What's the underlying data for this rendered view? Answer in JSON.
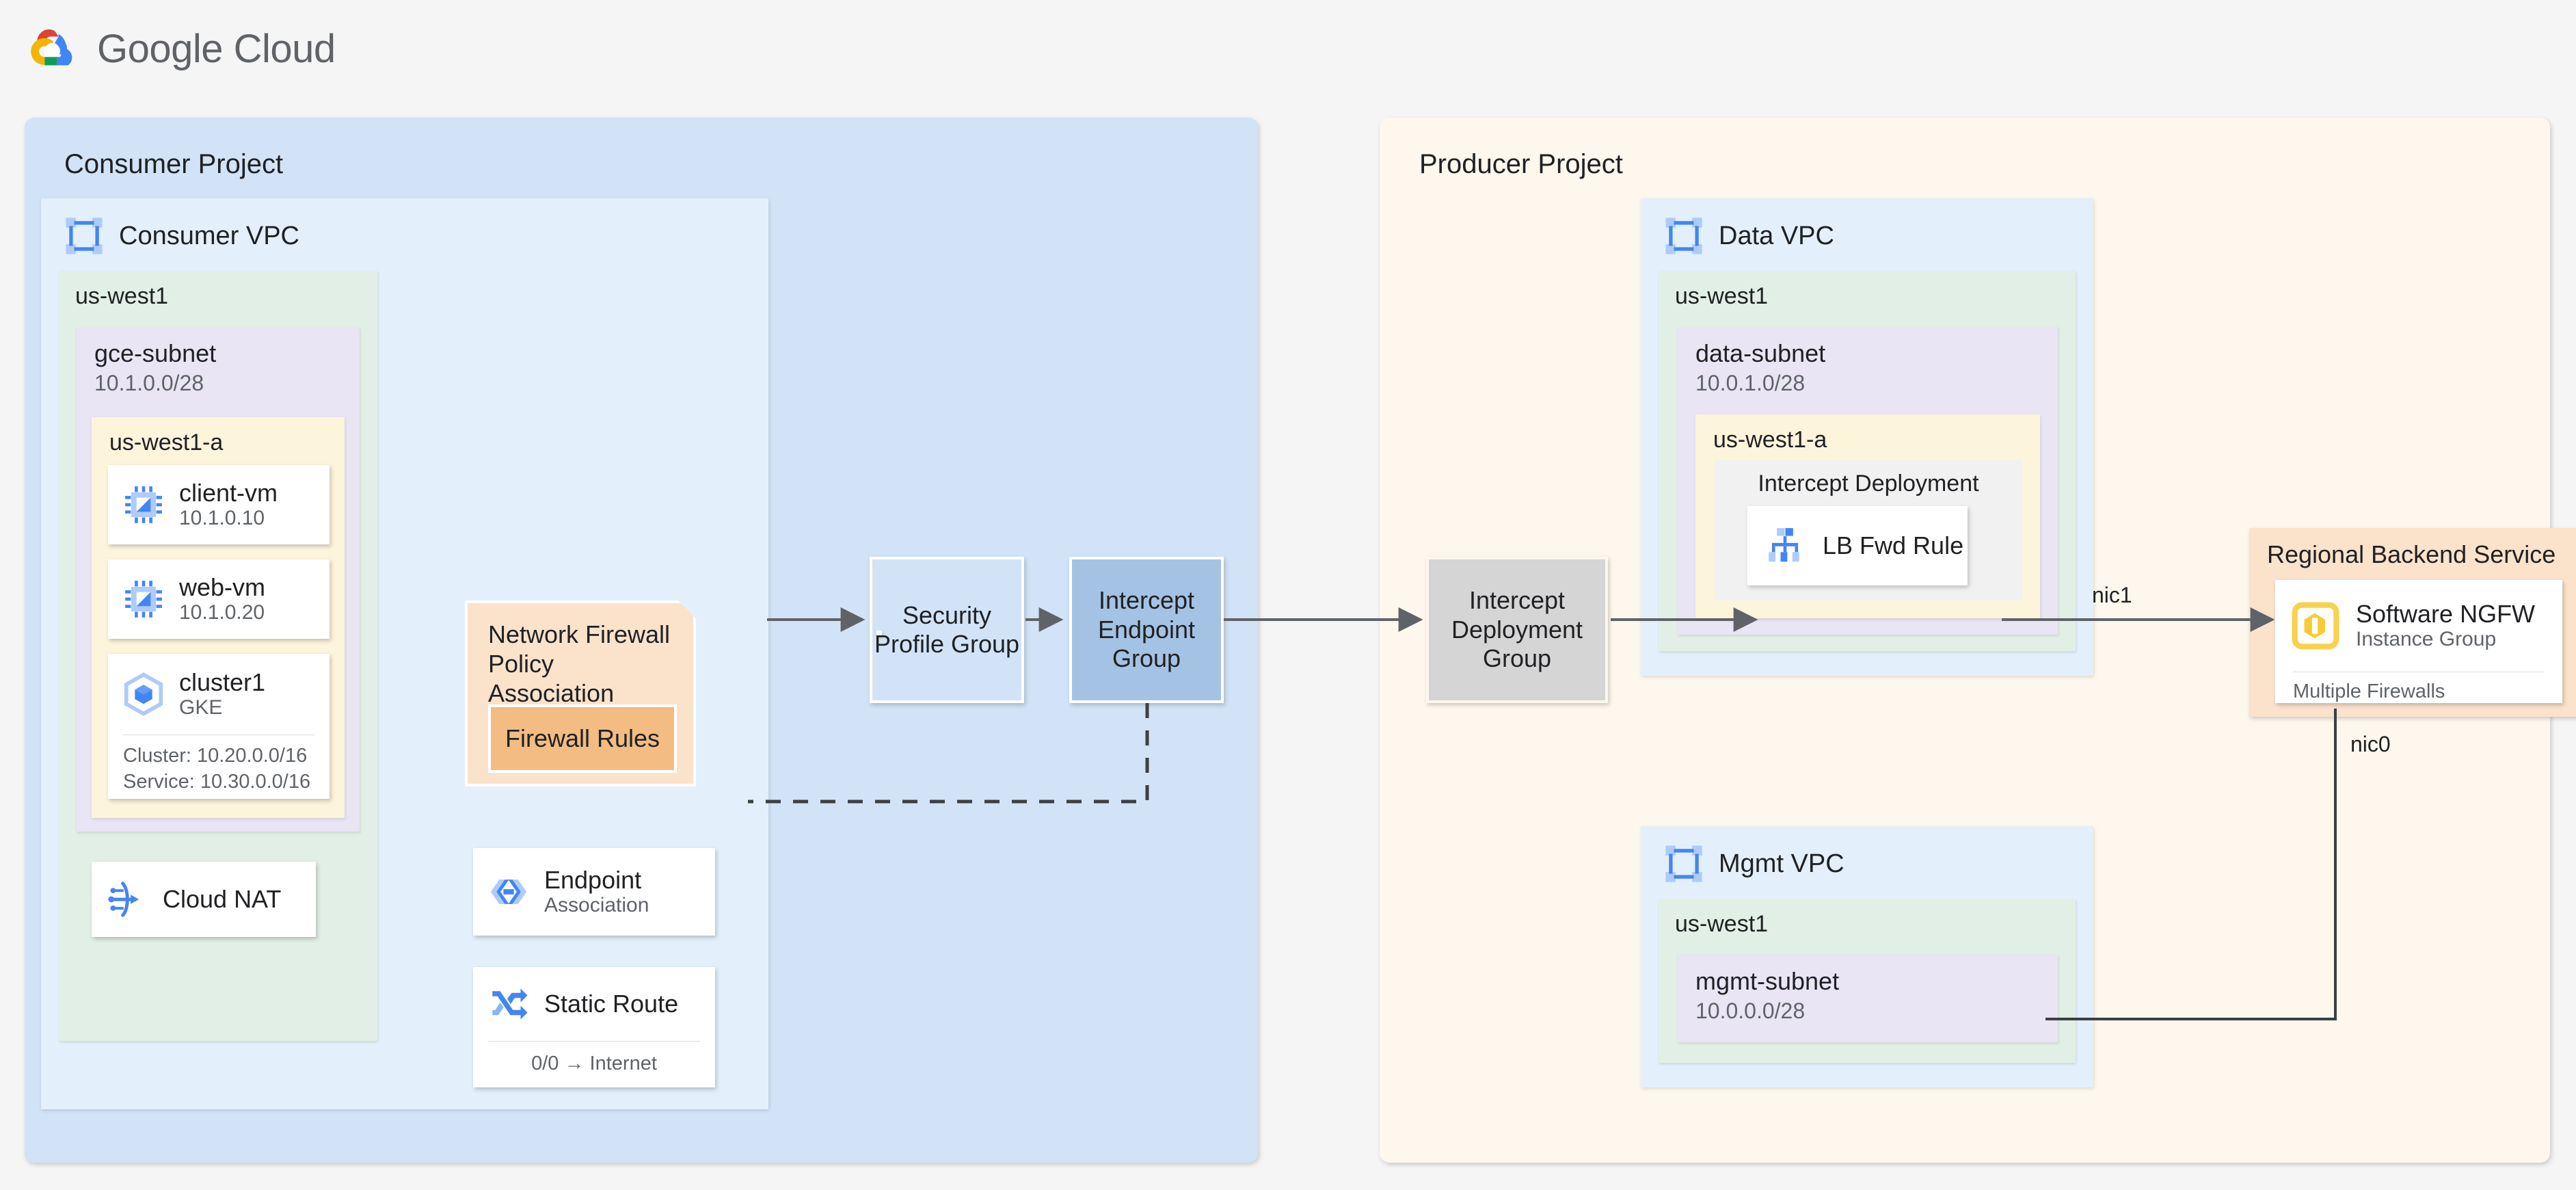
{
  "brand": {
    "name": "Google Cloud",
    "logo_icon": "google-cloud-logo"
  },
  "consumer_project": {
    "title": "Consumer Project",
    "vpc": {
      "name": "Consumer VPC",
      "icon": "vpc-network-icon",
      "region": {
        "label": "us-west1",
        "subnet": {
          "name": "gce-subnet",
          "cidr": "10.1.0.0/28",
          "zone": {
            "label": "us-west1-a",
            "resources": [
              {
                "icon": "compute-engine-vm-icon",
                "title": "client-vm",
                "sub": "10.1.0.10"
              },
              {
                "icon": "compute-engine-vm-icon",
                "title": "web-vm",
                "sub": "10.1.0.20"
              },
              {
                "icon": "gke-cluster-icon",
                "title": "cluster1",
                "sub": "GKE",
                "foot": [
                  "Cluster: 10.20.0.0/16",
                  "Service: 10.30.0.0/16"
                ]
              }
            ]
          }
        },
        "cloud_nat": {
          "icon": "cloud-nat-icon",
          "title": "Cloud NAT"
        }
      }
    },
    "firewall_policy_association": {
      "title": "Network Firewall Policy Association",
      "rules_label": "Firewall Rules"
    },
    "endpoint_association": {
      "icon": "endpoint-association-icon",
      "title": "Endpoint",
      "sub": "Association"
    },
    "static_route": {
      "icon": "static-route-icon",
      "title": "Static Route",
      "foot": "0/0 → Internet"
    },
    "security_profile_group": "Security Profile Group",
    "intercept_endpoint_group": "Intercept Endpoint Group"
  },
  "producer_project": {
    "title": "Producer Project",
    "intercept_deployment_group": "Intercept Deployment Group",
    "data_vpc": {
      "name": "Data VPC",
      "icon": "vpc-network-icon",
      "region": {
        "label": "us-west1",
        "subnet": {
          "name": "data-subnet",
          "cidr": "10.0.1.0/28",
          "zone": {
            "label": "us-west1-a",
            "intercept_deployment": {
              "label": "Intercept Deployment",
              "resource": {
                "icon": "load-balancer-icon",
                "title": "LB Fwd Rule"
              }
            }
          }
        }
      }
    },
    "mgmt_vpc": {
      "name": "Mgmt VPC",
      "icon": "vpc-network-icon",
      "region": {
        "label": "us-west1",
        "subnet": {
          "name": "mgmt-subnet",
          "cidr": "10.0.0.0/28"
        }
      }
    },
    "regional_backend_service": {
      "title": "Regional Backend Service",
      "resource": {
        "icon": "software-ngfw-icon",
        "title": "Software NGFW",
        "sub": "Instance Group",
        "foot": "Multiple Firewalls"
      }
    },
    "nic_labels": {
      "nic1": "nic1",
      "nic0": "nic0"
    }
  },
  "colors": {
    "consumer_project_bg": "#d2e3f7",
    "producer_project_bg": "#fdf7ee",
    "vpc_bg": "#e3f0fb",
    "region_bg": "#e2efe6",
    "subnet_bg": "#e9e5f5",
    "zone_bg": "#fdf4dc",
    "security_profile_group_bg": "#f2d0cf",
    "intercept_endpoint_group_bg": "#a4c2e3",
    "intercept_deployment_group_bg": "#d5d5d5",
    "firewall_policy_bg": "#fbe2cb",
    "firewall_rules_bg": "#f2bc82",
    "connector": "#5f6368"
  }
}
